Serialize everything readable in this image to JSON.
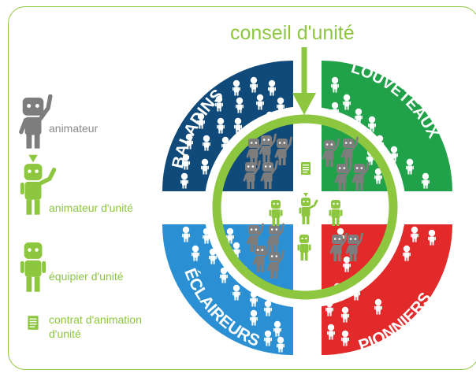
{
  "title": "conseil d'unité",
  "quadrants": {
    "top_left": {
      "label": "BALADINS",
      "color": "#0f4a7a"
    },
    "top_right": {
      "label": "LOUVETEAUX",
      "color": "#21a24a"
    },
    "bottom_left": {
      "label": "ÉCLAIREURS",
      "color": "#2a8fd3"
    },
    "bottom_right": {
      "label": "PIONNIERS",
      "color": "#e32a2a"
    }
  },
  "legend": {
    "animateur": "animateur",
    "animateur_unite": "animateur d'unité",
    "equipier_unite": "équipier d'unité",
    "contrat_line1": "contrat d'animation",
    "contrat_line2": "d'unité"
  },
  "colors": {
    "accent": "#8dc63f",
    "animateur": "#7d7d7d",
    "member": "#ffffff",
    "legend_text": "#8dc63f",
    "legend_text_gray": "#8a8a8a"
  },
  "icons": {
    "animateur": "gray-waving-figure-icon",
    "animateur_unite": "green-antenna-figure-icon",
    "equipier_unite": "green-figure-icon",
    "contrat": "document-icon",
    "member": "white-member-figure-icon"
  }
}
